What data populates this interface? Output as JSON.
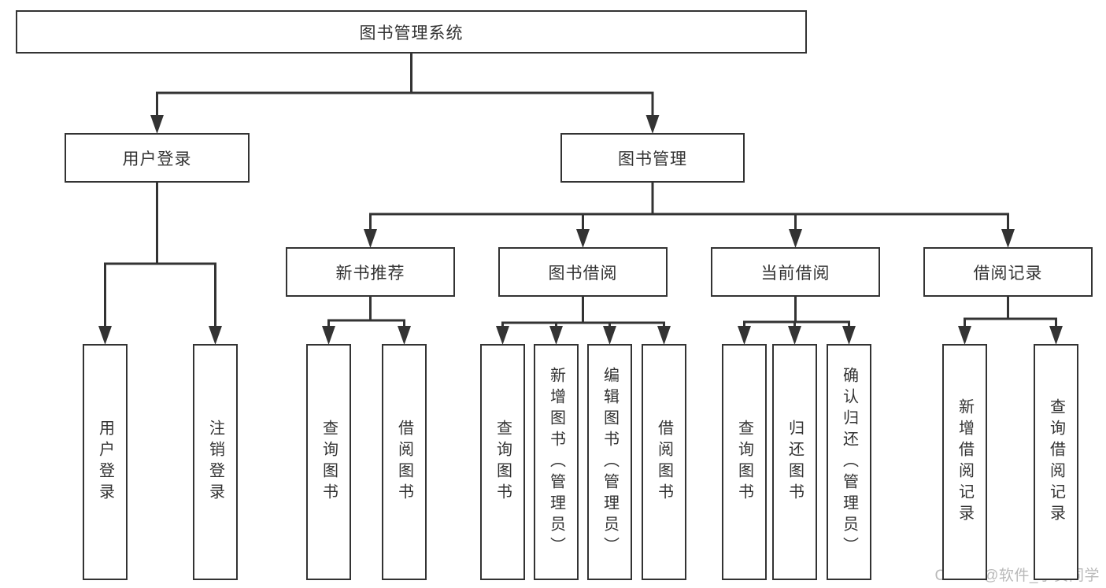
{
  "colors": {
    "line": "#333333",
    "box_border": "#333333",
    "text": "#333333",
    "background": "#ffffff",
    "watermark": "#b9b9b9"
  },
  "watermark": {
    "text": "CSDN @软件_小贺同学"
  },
  "tree": {
    "id": "root",
    "label": "图书管理系统",
    "children": [
      {
        "id": "user-login",
        "label": "用户登录",
        "children": [
          {
            "id": "ul-login",
            "label": "用户登录"
          },
          {
            "id": "ul-logout",
            "label": "注销登录"
          }
        ]
      },
      {
        "id": "book-mgmt",
        "label": "图书管理",
        "children": [
          {
            "id": "new-book-rec",
            "label": "新书推荐",
            "children": [
              {
                "id": "nbr-query",
                "label": "查询图书"
              },
              {
                "id": "nbr-borrow",
                "label": "借阅图书"
              }
            ]
          },
          {
            "id": "book-borrow",
            "label": "图书借阅",
            "children": [
              {
                "id": "bb-query",
                "label": "查询图书"
              },
              {
                "id": "bb-add",
                "label": "新增图书（管理员）"
              },
              {
                "id": "bb-edit",
                "label": "编辑图书（管理员）"
              },
              {
                "id": "bb-lend",
                "label": "借阅图书"
              }
            ]
          },
          {
            "id": "current-borrow",
            "label": "当前借阅",
            "children": [
              {
                "id": "cb-query",
                "label": "查询图书"
              },
              {
                "id": "cb-return",
                "label": "归还图书"
              },
              {
                "id": "cb-confirm",
                "label": "确认归还（管理员）"
              }
            ]
          },
          {
            "id": "borrow-records",
            "label": "借阅记录",
            "children": [
              {
                "id": "br-add",
                "label": "新增借阅记录"
              },
              {
                "id": "br-query",
                "label": "查询借阅记录"
              }
            ]
          }
        ]
      }
    ]
  }
}
